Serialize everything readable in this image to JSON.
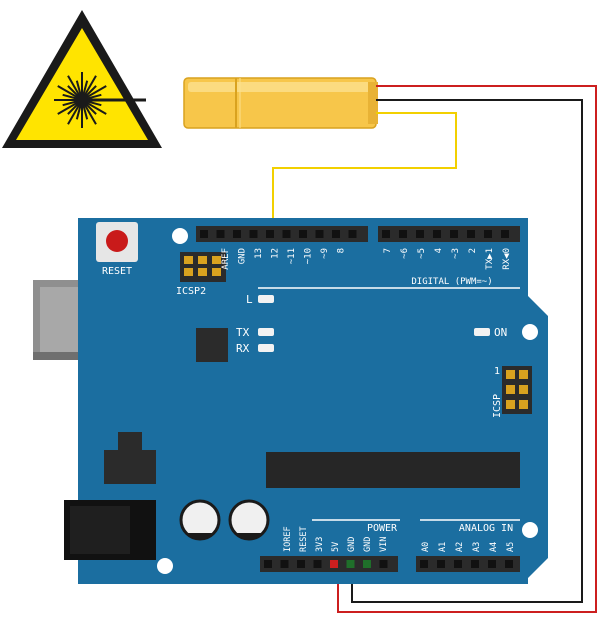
{
  "warning_sign": {
    "icon": "laser-hazard-icon",
    "fill": "#ffe400",
    "border": "#1a1a1a"
  },
  "laser_module": {
    "body_color": "#f7c64a"
  },
  "board": {
    "color": "#1b6ea0",
    "reset_label": "RESET",
    "icsp2_label": "ICSP2",
    "icsp_label": "ICSP",
    "icsp_pin1": "1",
    "led_l_label": "L",
    "led_tx_label": "TX",
    "led_rx_label": "RX",
    "led_on_label": "ON",
    "digital_label": "DIGITAL (PWM=~)",
    "power_label": "POWER",
    "analog_label": "ANALOG IN",
    "top_pins_left": [
      "AREF",
      "GND",
      "13",
      "12",
      "~11",
      "~10",
      "~9",
      "8"
    ],
    "top_pins_right": [
      "7",
      "~6",
      "~5",
      "4",
      "~3",
      "2",
      "TX▶1",
      "RX◀0"
    ],
    "power_pins": [
      "IOREF",
      "RESET",
      "3V3",
      "5V",
      "GND",
      "GND",
      "VIN"
    ],
    "analog_pins": [
      "A0",
      "A1",
      "A2",
      "A3",
      "A4",
      "A5"
    ]
  },
  "wires": {
    "signal_color": "#f2d000",
    "vcc_color": "#cc1f1f",
    "gnd_color": "#1a1a1a"
  }
}
